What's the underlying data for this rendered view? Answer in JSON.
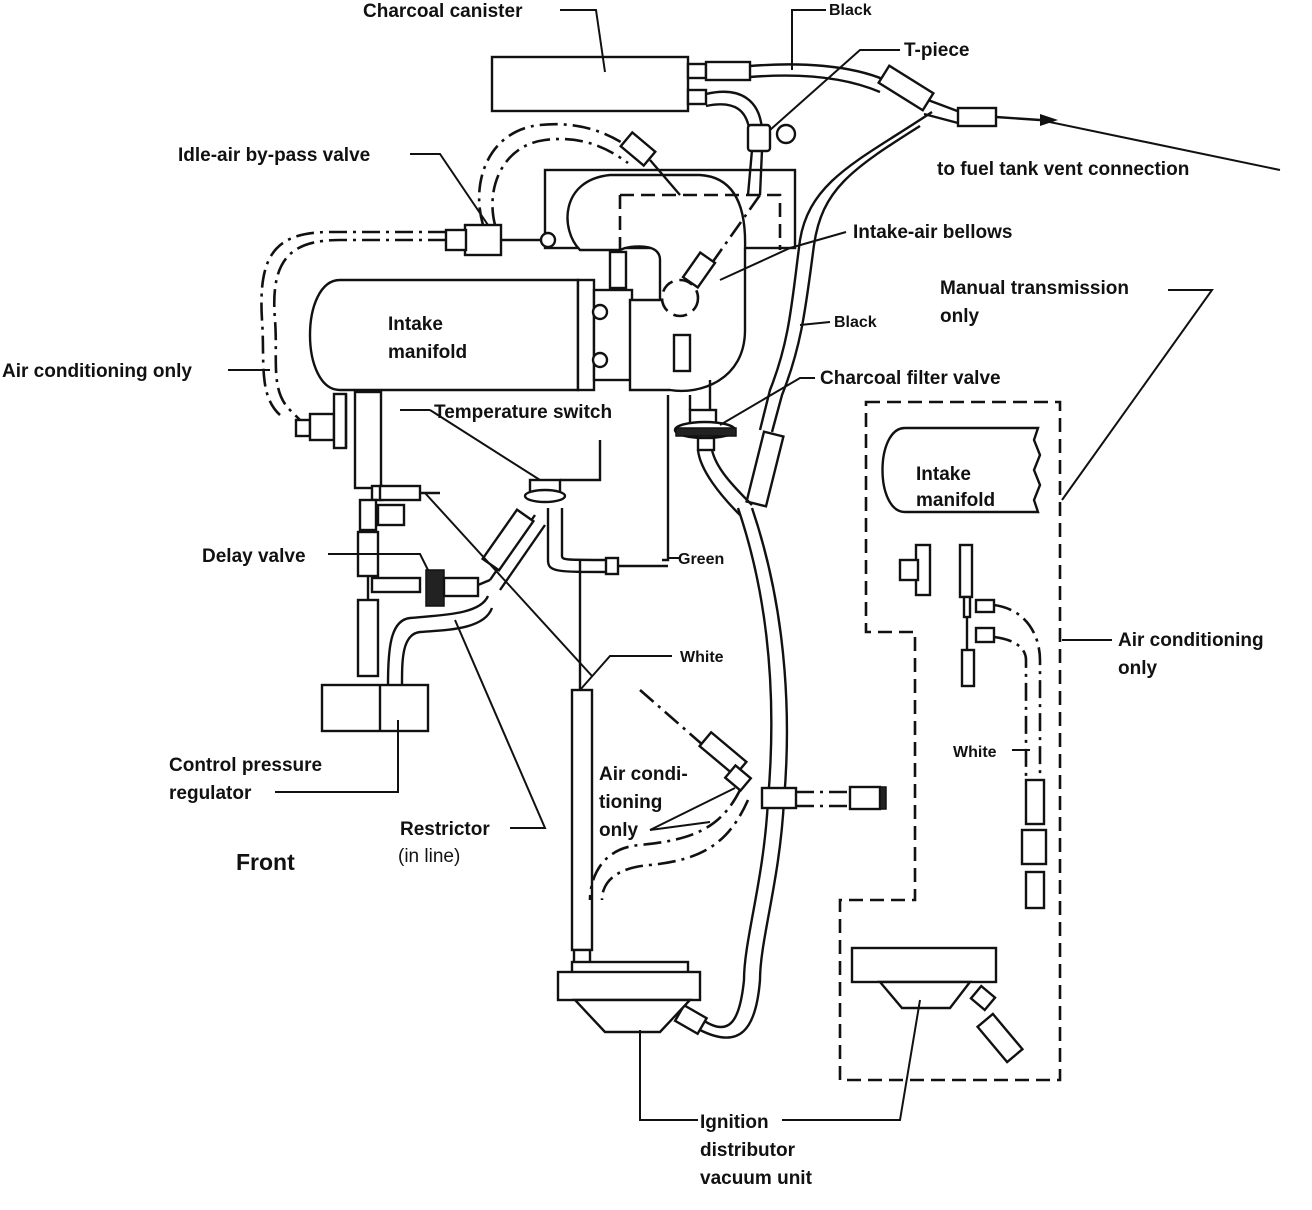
{
  "labels": {
    "charcoal_canister": "Charcoal canister",
    "black_top": "Black",
    "t_piece": "T-piece",
    "fuel_tank_vent": "to fuel tank vent connection",
    "idle_air_bypass": "Idle-air by-pass valve",
    "intake_air_bellows": "Intake-air bellows",
    "manual_transmission_line1": "Manual transmission",
    "manual_transmission_line2": "only",
    "intake_manifold_line1": "Intake",
    "intake_manifold_line2": "manifold",
    "black_mid": "Black",
    "air_conditioning_left": "Air conditioning only",
    "charcoal_filter_valve": "Charcoal filter valve",
    "temperature_switch": "Temperature switch",
    "intake_manifold_small_line1": "Intake",
    "intake_manifold_small_line2": "manifold",
    "green": "Green",
    "delay_valve": "Delay valve",
    "air_conditioning_right_line1": "Air conditioning",
    "air_conditioning_right_line2": "only",
    "white_center": "White",
    "white_right": "White",
    "air_cond_center_line1": "Air condi-",
    "air_cond_center_line2": "tioning",
    "air_cond_center_line3": "only",
    "control_pressure_line1": "Control pressure",
    "control_pressure_line2": "regulator",
    "restrictor_line1": "Restrictor",
    "restrictor_line2": "(in line)",
    "front": "Front",
    "ignition_line1": "Ignition",
    "ignition_line2": "distributor",
    "ignition_line3": "vacuum unit"
  }
}
